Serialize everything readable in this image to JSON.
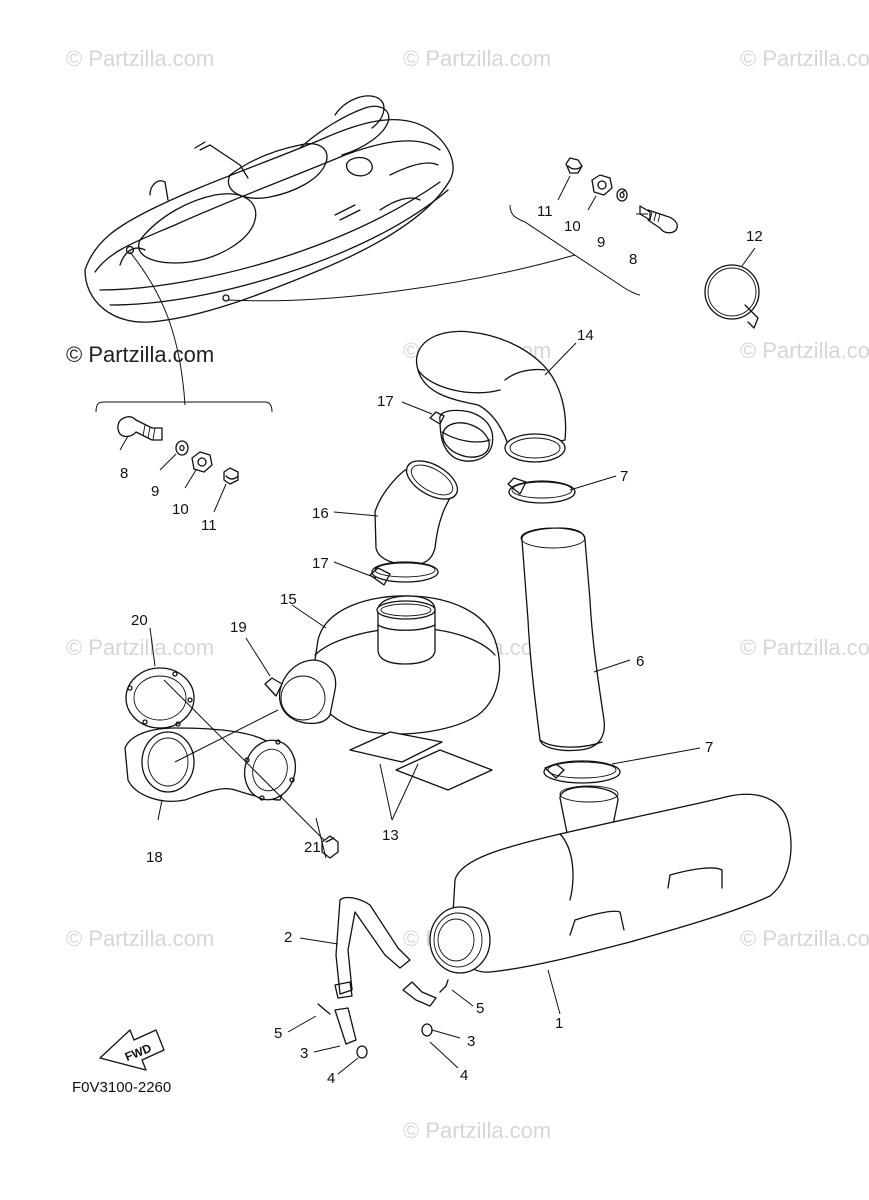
{
  "watermarks": [
    "© Partzilla.com",
    "© Partzilla.com",
    "© Partzilla.com",
    "© Partzilla.com",
    "© Partzilla.com",
    "© Partzilla.com",
    "© Partzilla.com",
    "© Partzilla.com",
    "© Partzilla.com",
    "© Partzilla.com",
    "© Partzilla.com",
    "© Partzilla.com"
  ],
  "watermark_main": "© Partzilla.com",
  "diagram_code": "F0V3100-2260",
  "fwd_label": "FWD",
  "callouts": {
    "c1": "1",
    "c2": "2",
    "c3a": "3",
    "c3b": "3",
    "c4a": "4",
    "c4b": "4",
    "c5a": "5",
    "c5b": "5",
    "c6": "6",
    "c7a": "7",
    "c7b": "7",
    "c8a": "8",
    "c8b": "8",
    "c9a": "9",
    "c9b": "9",
    "c10a": "10",
    "c10b": "10",
    "c11a": "11",
    "c11b": "11",
    "c12": "12",
    "c13": "13",
    "c14": "14",
    "c15": "15",
    "c16": "16",
    "c17a": "17",
    "c17b": "17",
    "c18": "18",
    "c19": "19",
    "c20": "20",
    "c21": "21"
  },
  "colors": {
    "line": "#111111",
    "watermark": "#d6d6d6",
    "background": "#ffffff"
  }
}
